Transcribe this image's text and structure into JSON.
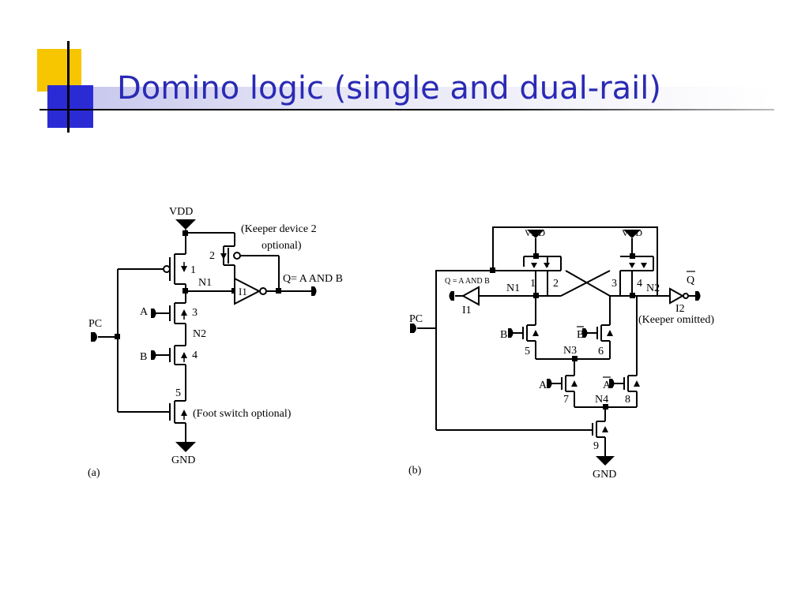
{
  "slide": {
    "title": "Domino logic (single and dual-rail)"
  },
  "diagram_a": {
    "caption": "(a)",
    "vdd": "VDD",
    "gnd": "GND",
    "pc": "PC",
    "n1": "N1",
    "n2": "N2",
    "t1": "1",
    "t2": "2",
    "t3": "3",
    "t4": "4",
    "t5": "5",
    "in_a": "A",
    "in_b": "B",
    "inv": "I1",
    "output": "Q= A  AND B",
    "keeper_line1": "(Keeper device 2",
    "keeper_line2": "optional)",
    "foot": "(Foot switch optional)"
  },
  "diagram_b": {
    "caption": "(b)",
    "vdd_left": "VDD",
    "vdd_right": "VDD",
    "gnd": "GND",
    "pc": "PC",
    "out_left": "Q = A AND B",
    "n1": "N1",
    "n2": "N2",
    "n3": "N3",
    "n4": "N4",
    "i1": "I1",
    "i2": "I2",
    "qbar": "Q",
    "keeper": "(Keeper omitted)",
    "t1": "1",
    "t2": "2",
    "t3": "3",
    "t4": "4",
    "t5": "5",
    "t6": "6",
    "t7": "7",
    "t8": "8",
    "t9": "9",
    "in_b": "B",
    "in_bbar": "B",
    "in_a": "A",
    "in_abar": "A"
  }
}
